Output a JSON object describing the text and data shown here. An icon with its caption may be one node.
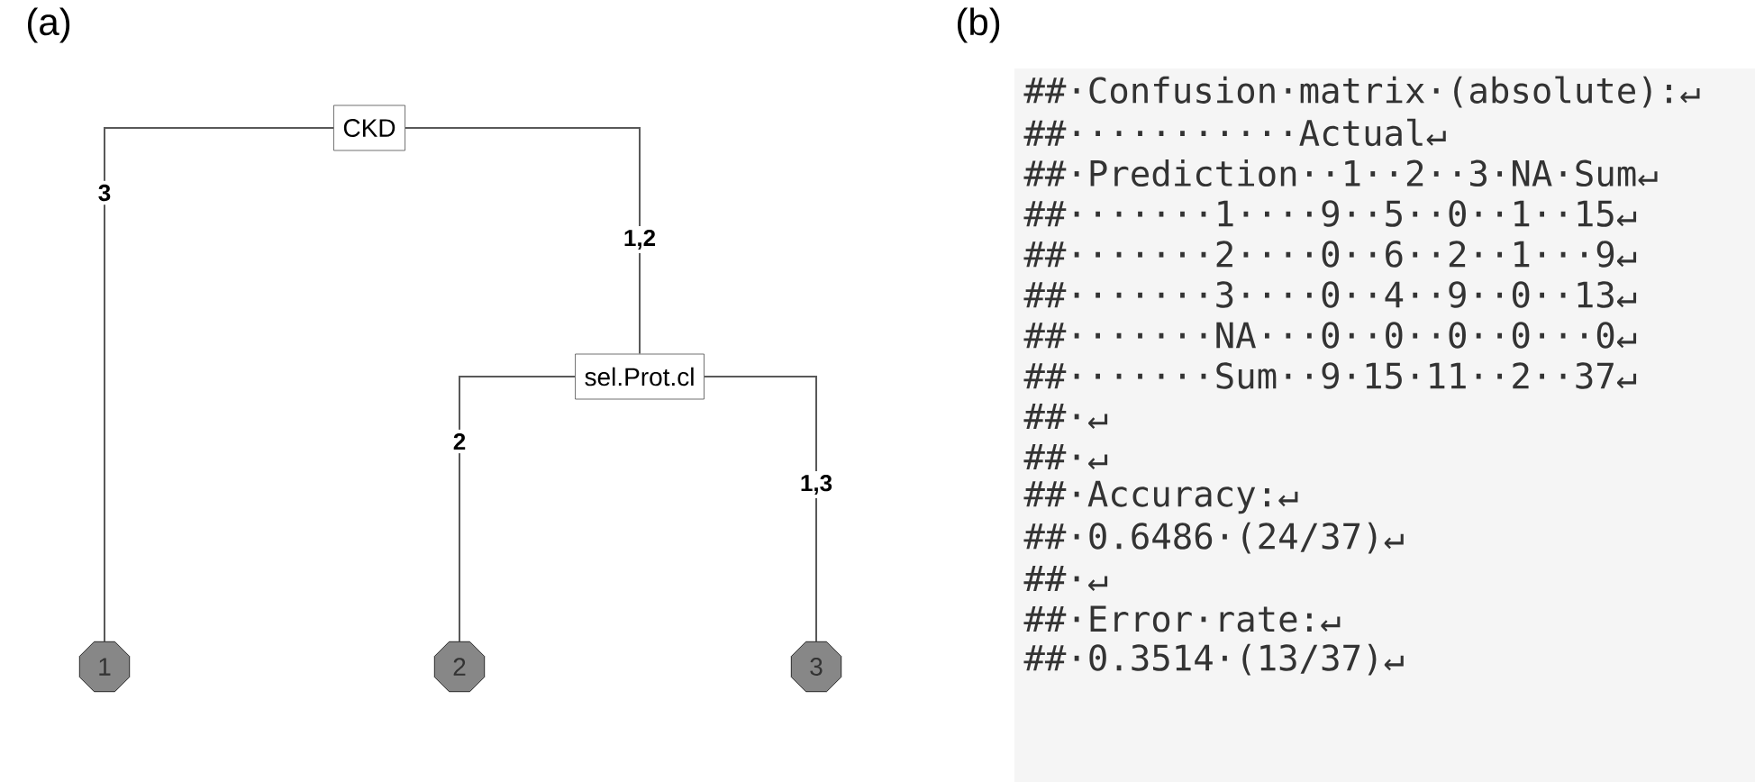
{
  "diagram": {
    "nodes": [
      {
        "text": [
          "CKD"
        ]
      },
      {
        "text": [
          "sel.Prot.cl"
        ]
      },
      {
        "text": [
          "1"
        ]
      },
      {
        "text": [
          "2"
        ]
      },
      {
        "text": [
          "3"
        ]
      }
    ],
    "edges": [
      {
        "from": 0,
        "to": 2,
        "arrow": "none",
        "label": "3"
      },
      {
        "from": 0,
        "to": 1,
        "arrow": "none",
        "label": "1,2"
      },
      {
        "from": 1,
        "to": 3,
        "arrow": "none",
        "label": "2"
      },
      {
        "from": 1,
        "to": 4,
        "arrow": "none",
        "label": "1,3"
      }
    ],
    "labels": [
      "(a)",
      "(b)",
      "##·Confusion·matrix·(absolute):↵",
      "##···········Actual↵",
      "##·Prediction··1··2··3·NA·Sum↵",
      "##·······1····9··5··0··1··15↵",
      "##·······2····0··6··2··1···9↵",
      "##·······3····0··4··9··0··13↵",
      "##·······NA···0··0··0··0···0↵",
      "##·······Sum··9·15·11··2··37↵",
      "##·↵",
      "##·↵",
      "##·Accuracy:↵",
      "##·0.6486·(24/37)↵",
      "##·↵",
      "##·Error·rate:↵",
      "##·0.3514·(13/37)↵"
    ]
  }
}
